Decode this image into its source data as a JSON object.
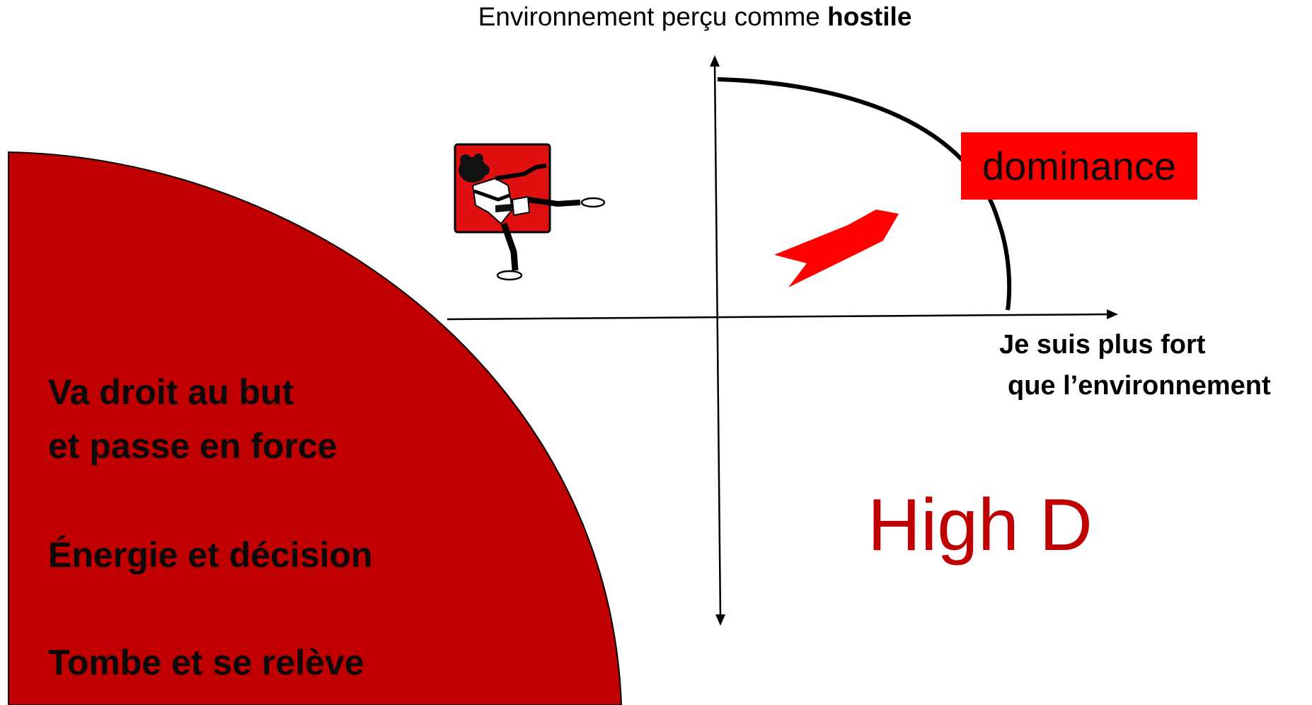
{
  "header": {
    "title_prefix": "Environnement perçu comme",
    "title_emphasis": "hostile"
  },
  "axis": {
    "x_label_line1": "Je suis plus fort",
    "x_label_line2": "que l’environnement"
  },
  "quadrant": {
    "label": "dominance",
    "label_bg_color": "#ff0000",
    "arrow_color": "#ff0000"
  },
  "profile": {
    "name": "High D",
    "name_color": "#c00000",
    "region_color": "#c00000"
  },
  "traits": [
    {
      "line1": "Va droit au but",
      "line2": "et passe en force"
    },
    {
      "line1": "Énergie et décision"
    },
    {
      "line1": "Tombe et se relève"
    }
  ],
  "icon": {
    "name": "karate-kick-icon"
  }
}
